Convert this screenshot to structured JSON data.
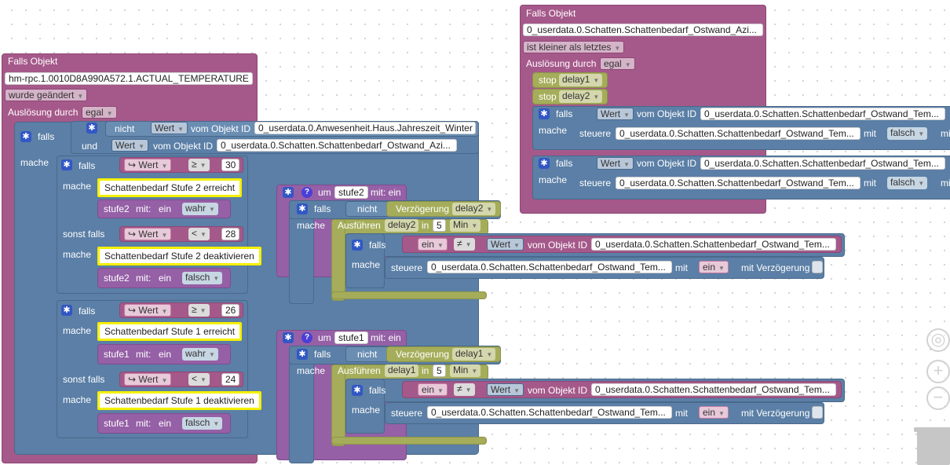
{
  "b1": {
    "title": "Falls Objekt",
    "object_id": "hm-rpc.1.0010D8A990A572.1.ACTUAL_TEMPERATURE",
    "trigger": "wurde geändert",
    "ausl_label": "Auslösung durch",
    "ausl_value": "egal",
    "if_label": "falls",
    "do_label": "mache",
    "not_label": "nicht",
    "and_label": "und",
    "wert": "Wert",
    "vom_label": "vom Objekt ID",
    "cond1_obj": "0_userdata.0.Anwesenheit.Haus.Jahreszeit_Winter",
    "cond2_obj": "0_userdata.0.Schatten.Schattenbedarf_Ostwand_Azi...",
    "groups": [
      {
        "op": "≥",
        "val": "30",
        "msg": "Schattenbedarf Stufe 2 erreicht",
        "func": "stufe2",
        "param_label": "mit:",
        "param_name": "ein",
        "param_val": "wahr",
        "else_label": "sonst falls",
        "op2": "<",
        "val2": "28",
        "msg2": "Schattenbedarf Stufe 2 deaktivieren",
        "param_val2": "falsch"
      },
      {
        "op": "≥",
        "val": "26",
        "msg": "Schattenbedarf Stufe 1 erreicht",
        "func": "stufe1",
        "param_label": "mit:",
        "param_name": "ein",
        "param_val": "wahr",
        "else_label": "sonst falls",
        "op2": "<",
        "val2": "24",
        "msg2": "Schattenbedarf Stufe 1 deaktivieren",
        "param_val2": "falsch"
      }
    ]
  },
  "funcs": [
    {
      "to": "um",
      "name": "stufe2",
      "mit": "mit: ein",
      "if": "falls",
      "not": "nicht",
      "delay_label": "Verzögerung",
      "delay_name": "delay2",
      "exec": "Ausführen",
      "in": "in",
      "amount": "5",
      "unit": "Min",
      "do": "mache",
      "ein": "ein",
      "neq": "≠",
      "wert": "Wert",
      "vom": "vom Objekt ID",
      "obj": "0_userdata.0.Schatten.Schattenbedarf_Ostwand_Tem...",
      "steuere": "steuere",
      "mit2": "mit",
      "verz": "mit Verzögerung"
    },
    {
      "to": "um",
      "name": "stufe1",
      "mit": "mit: ein",
      "if": "falls",
      "not": "nicht",
      "delay_label": "Verzögerung",
      "delay_name": "delay1",
      "exec": "Ausführen",
      "in": "in",
      "amount": "5",
      "unit": "Min",
      "do": "mache",
      "ein": "ein",
      "neq": "≠",
      "wert": "Wert",
      "vom": "vom Objekt ID",
      "obj": "0_userdata.0.Schatten.Schattenbedarf_Ostwand_Tem...",
      "steuere": "steuere",
      "mit2": "mit",
      "verz": "mit Verzögerung"
    }
  ],
  "b3": {
    "title": "Falls Objekt",
    "object_id": "0_userdata.0.Schatten.Schattenbedarf_Ostwand_Azi...",
    "trigger": "ist kleiner als letztes",
    "ausl_label": "Auslösung durch",
    "ausl_value": "egal",
    "stop_label": "stop",
    "stop1": "delay1",
    "stop2": "delay2",
    "if_label": "falls",
    "do_label": "mache",
    "wert": "Wert",
    "vom": "vom Objekt ID",
    "obj": "0_userdata.0.Schatten.Schattenbedarf_Ostwand_Tem...",
    "steuere": "steuere",
    "steuere_obj": "0_userdata.0.Schatten.Schattenbedarf_Ostwand_Tem...",
    "mit": "mit",
    "falsch": "falsch",
    "mit_trunc": "mi"
  },
  "colors": {
    "event": "#a5598a",
    "logic": "#5b7fa6",
    "function": "#9560a6",
    "timer": "#a5ad5a",
    "text_highlight": "#f4f000"
  },
  "icons": {
    "gear": "gear-icon",
    "help": "help-icon",
    "arrow": "variable-arrow-icon",
    "center": "center-target-icon",
    "zoom_in": "zoom-in-icon",
    "zoom_out": "zoom-out-icon",
    "trash": "trash-icon"
  }
}
